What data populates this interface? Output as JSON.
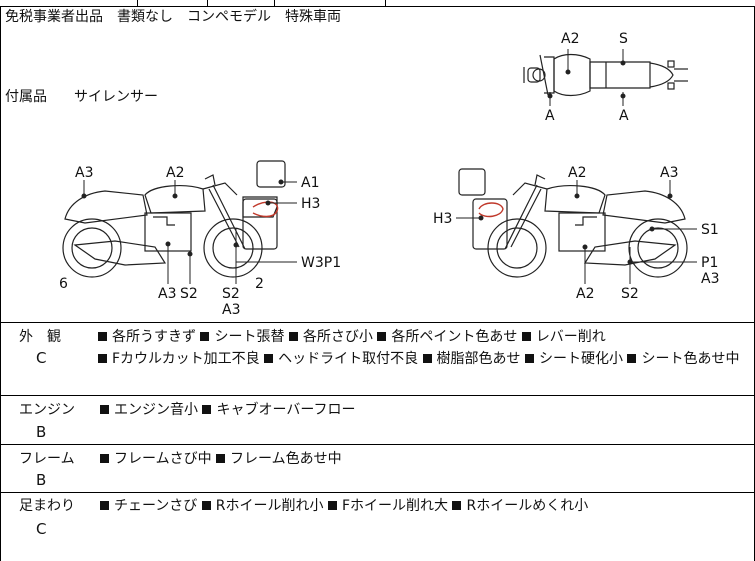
{
  "header": {
    "conditions": "免税事業者出品　書類なし　コンペモデル　特殊車両",
    "accessories_label": "付属品",
    "accessories_value": "サイレンサー"
  },
  "diagram": {
    "top_view": {
      "a2": "A2",
      "s": "S",
      "a_left": "A",
      "a_right": "A"
    },
    "left_bike": {
      "a3_top": "A3",
      "a2_top": "A2",
      "a1": "A1",
      "h3": "H3",
      "w3p1": "W3P1",
      "six": "6",
      "a3_bottom": "A3",
      "s2_mid": "S2",
      "s2_right": "S2",
      "a3_under": "A3",
      "two": "2"
    },
    "right_bike": {
      "a2_top": "A2",
      "a3_top": "A3",
      "h3": "H3",
      "s1": "S1",
      "p1": "P1",
      "a3_right": "A3",
      "a2_bottom": "A2",
      "s2_bottom": "S2"
    }
  },
  "sections": [
    {
      "label": "外　観",
      "grade": "C",
      "items": [
        "各所うすきず",
        "シート張替",
        "各所さび小",
        "各所ペイント色あせ",
        "レバー削れ",
        "Fカウルカット加工不良",
        "ヘッドライト取付不良",
        "樹脂部色あせ",
        "シート硬化小",
        "シート色あせ中"
      ]
    },
    {
      "label": "エンジン",
      "grade": "B",
      "items": [
        "エンジン音小",
        "キャブオーバーフロー"
      ]
    },
    {
      "label": "フレーム",
      "grade": "B",
      "items": [
        "フレームさび中",
        "フレーム色あせ中"
      ]
    },
    {
      "label": "足まわり",
      "grade": "C",
      "items": [
        "チェーンさび",
        "Rホイール削れ小",
        "Fホイール削れ大",
        "Rホイールめくれ小"
      ]
    }
  ]
}
